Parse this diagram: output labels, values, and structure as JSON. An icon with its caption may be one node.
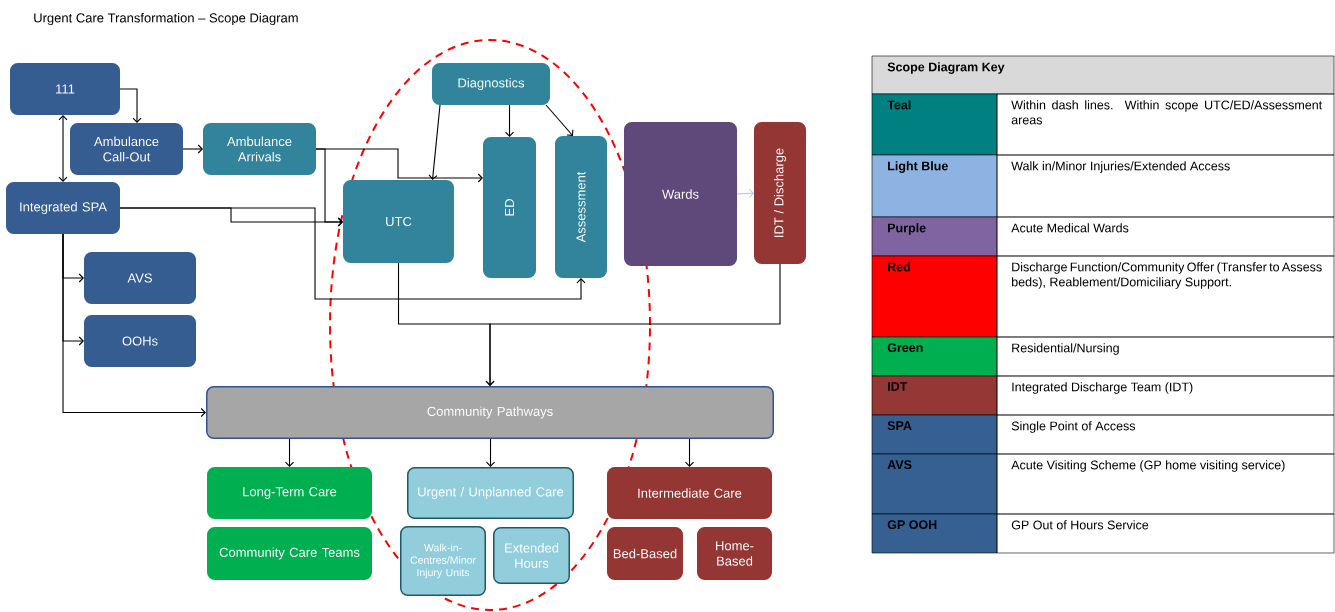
{
  "diagram": {
    "title": "Urgent Care Transformation – Scope Diagram",
    "nodes": [
      {
        "text": [
          "111"
        ]
      },
      {
        "text": [
          "Ambulance Call-Out"
        ]
      },
      {
        "text": [
          "Ambulance Arrivals"
        ]
      },
      {
        "text": [
          "Integrated SPA"
        ]
      },
      {
        "text": [
          "AVS"
        ]
      },
      {
        "text": [
          "OOHs"
        ]
      },
      {
        "text": [
          "Diagnostics"
        ]
      },
      {
        "text": [
          "UTC"
        ]
      },
      {
        "text": [
          "ED"
        ]
      },
      {
        "text": [
          "Assessment"
        ]
      },
      {
        "text": [
          "Wards"
        ]
      },
      {
        "text": [
          "IDT / Discharge"
        ]
      },
      {
        "text": [
          "Community Pathways"
        ]
      },
      {
        "text": [
          "Long-Term Care"
        ]
      },
      {
        "text": [
          "Community Care Teams"
        ]
      },
      {
        "text": [
          "Urgent / Unplanned Care"
        ]
      },
      {
        "text": [
          "Walk-in-Centres/Minor Injury Units"
        ]
      },
      {
        "text": [
          "Extended Hours"
        ]
      },
      {
        "text": [
          "Intermediate Care"
        ]
      },
      {
        "text": [
          "Bed-Based"
        ]
      },
      {
        "text": [
          "Home-Based"
        ]
      }
    ],
    "edges": [
      {
        "from": 0,
        "to": 1,
        "arrow": "to"
      },
      {
        "from": 0,
        "to": 3,
        "arrow": "both"
      },
      {
        "from": 1,
        "to": 2,
        "arrow": "to"
      },
      {
        "from": 2,
        "to": 7,
        "arrow": "to"
      },
      {
        "from": 2,
        "to": 8,
        "arrow": "to"
      },
      {
        "from": 3,
        "to": 7,
        "arrow": "to"
      },
      {
        "from": 3,
        "to": 9,
        "arrow": "to"
      },
      {
        "from": 3,
        "to": 4,
        "arrow": "to"
      },
      {
        "from": 3,
        "to": 5,
        "arrow": "to"
      },
      {
        "from": 3,
        "to": 12,
        "arrow": "to"
      },
      {
        "from": 6,
        "to": 7,
        "arrow": "to"
      },
      {
        "from": 6,
        "to": 8,
        "arrow": "to"
      },
      {
        "from": 6,
        "to": 9,
        "arrow": "to"
      },
      {
        "from": 10,
        "to": 11,
        "arrow": "to",
        "color": "#8eb4e3"
      },
      {
        "from": 7,
        "to": 12,
        "arrow": "to"
      },
      {
        "from": 11,
        "to": 12,
        "arrow": "to"
      },
      {
        "from": 12,
        "to": 13,
        "arrow": "to"
      },
      {
        "from": 12,
        "to": 15,
        "arrow": "to"
      },
      {
        "from": 12,
        "to": 18,
        "arrow": "to"
      }
    ],
    "labels": [
      "Scope Diagram Key",
      "Teal",
      "Within dash lines. Within scope UTC/ED/Assessment areas",
      "Light Blue",
      "Walk in/Minor Injuries/Extended Access",
      "Purple",
      "Acute Medical Wards",
      "Red",
      "Discharge Function/Community Offer (Transfer to Assess beds), Reablement/Domiciliary Support.",
      "Green",
      "Residential/Nursing",
      "IDT",
      "Integrated Discharge Team (IDT)",
      "SPA",
      "Single Point of Access",
      "AVS",
      "Acute Visiting Scheme (GP home visiting service)",
      "GP OOH",
      "GP Out of Hours Service"
    ]
  }
}
